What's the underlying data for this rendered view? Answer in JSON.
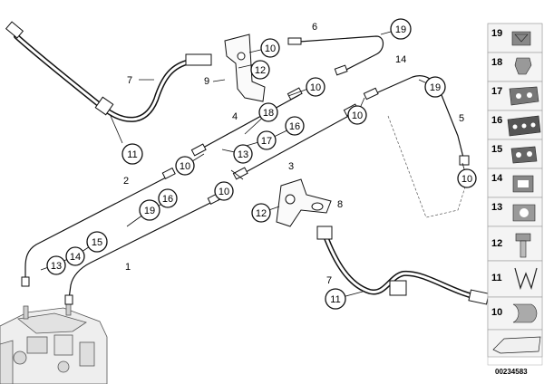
{
  "callouts": {
    "c11a": "11",
    "c10a": "10",
    "c12a": "12",
    "c19a": "19",
    "c10b": "10",
    "c18a": "18",
    "c16a": "16",
    "c17a": "17",
    "c13a": "13",
    "c10c": "10",
    "c10d": "10",
    "c10e": "10",
    "c19b": "19",
    "c10f": "10",
    "c16b": "16",
    "c19c": "19",
    "c14a": "14",
    "c15a": "15",
    "c13b": "13",
    "c12b": "12",
    "c11b": "11"
  },
  "labels": {
    "l7a": "7",
    "l9a": "9",
    "l6": "6",
    "l4": "4",
    "l3": "3",
    "l14": "14",
    "l5": "5",
    "l2": "2",
    "l1": "1",
    "l8": "8",
    "l7b": "7"
  },
  "legend": {
    "items": [
      "19",
      "18",
      "17",
      "16",
      "15",
      "14",
      "13",
      "12",
      "11",
      "10",
      ""
    ]
  },
  "ref_number": "00234583"
}
